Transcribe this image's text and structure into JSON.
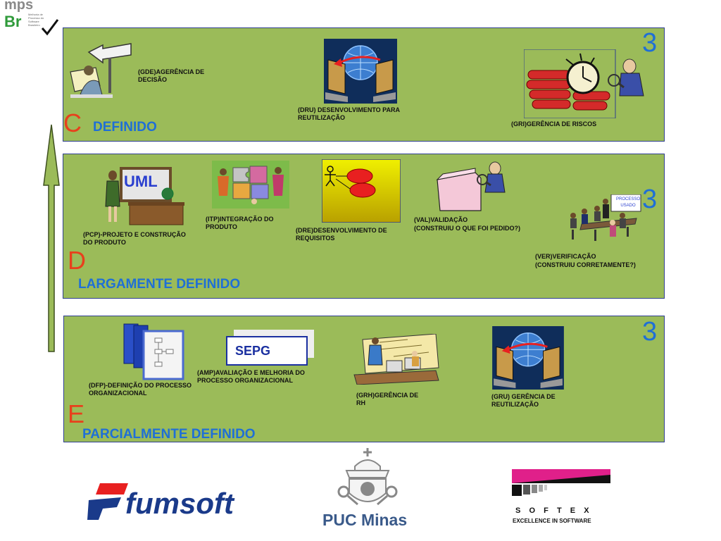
{
  "mps_logo": {
    "line1": "mps",
    "line2": "Br",
    "tag": "Melhoria de Processo do Software Brasileiro"
  },
  "levels": [
    {
      "letter": "C",
      "name": "DEFINIDO",
      "number": "3",
      "items": [
        {
          "label": "(GDE)AGERÊNCIA DE DECISÃO",
          "icon": "decision-signpost-icon"
        },
        {
          "label": "(DRU) DESENVOLVIMENTO PARA REUTILIZAÇÃO",
          "icon": "reuse-computers-icon"
        },
        {
          "label": "(GRI)GERÊNCIA DE RISCOS",
          "icon": "risk-dynamite-icon"
        }
      ]
    },
    {
      "letter": "D",
      "name": "LARGAMENTE DEFINIDO",
      "number": "3",
      "items": [
        {
          "label": "(PCP)-PROJETO E CONSTRUÇÃO DO PRODUTO",
          "icon": "uml-teacher-icon",
          "board_text": "UML"
        },
        {
          "label": "(ITP)INTEGRAÇÃO DO PRODUTO",
          "icon": "puzzle-team-icon"
        },
        {
          "label": "(DRE)DESENVOLVIMENTO DE REQUISITOS",
          "icon": "use-case-icon"
        },
        {
          "label": "(VAL)VALIDAÇÃO",
          "sub": "(CONSTRUIU O QUE FOI PEDIDO?)",
          "icon": "inspector-box-icon"
        },
        {
          "label": "(VER)VERIFICAÇÃO",
          "sub": "(CONSTRUIU CORRETAMENTE?)",
          "icon": "meeting-icon",
          "board_text": "PROCESSO USADO"
        }
      ]
    },
    {
      "letter": "E",
      "name": "PARCIALMENTE DEFINIDO",
      "number": "3",
      "items": [
        {
          "label": "(DFP)-DEFINIÇÃO  DO PROCESSO ORGANIZACIONAL",
          "icon": "binders-icon"
        },
        {
          "label": "(AMP)AVALIAÇÃO E MELHORIA DO PROCESSO ORGANIZACIONAL",
          "icon": "sepg-icon",
          "board_text": "SEPG"
        },
        {
          "label": "(GRH)GERÊNCIA DE RH",
          "icon": "hr-office-icon"
        },
        {
          "label": "(GRU) GERÊNCIA DE REUTILIZAÇÃO",
          "icon": "reuse-computers-icon"
        }
      ]
    }
  ],
  "footer": {
    "fumsoft": "fumsoft",
    "puc": "PUC Minas",
    "softex": "S  O  F  T  E  X",
    "softex_tagline": "EXCELLENCE IN SOFTWARE"
  },
  "colors": {
    "panel": "#9bbb59",
    "panel_border": "#2f3f8f",
    "level_letter": "#e8401c",
    "level_text": "#1f6fd6"
  }
}
